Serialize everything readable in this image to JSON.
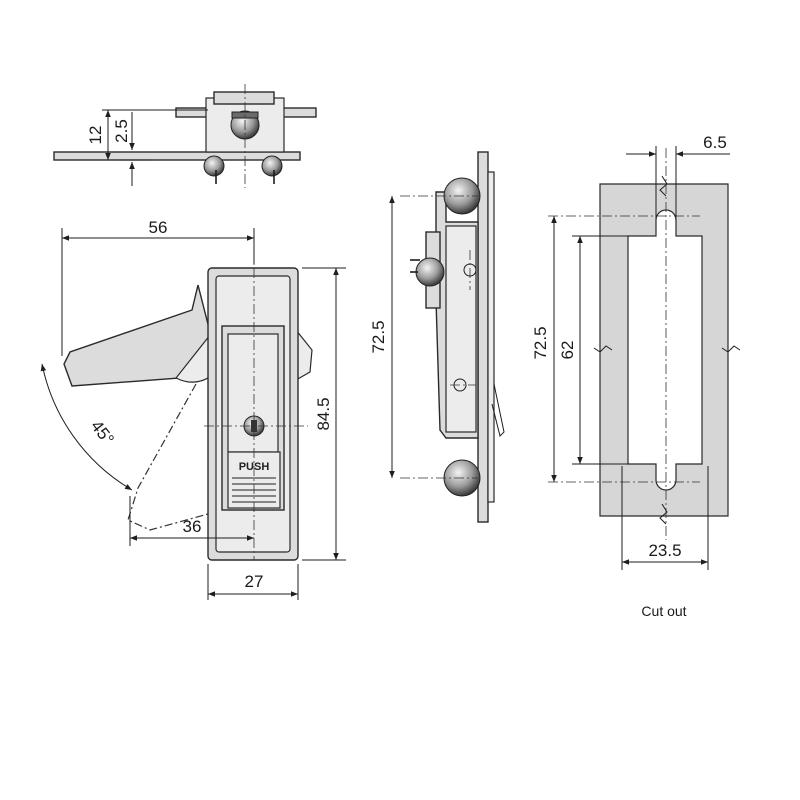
{
  "dimensions": {
    "top_height_12": "12",
    "top_offset_2_5": "2.5",
    "width_56": "56",
    "angle_45": "45°",
    "offset_36": "36",
    "width_27": "27",
    "height_84_5": "84.5",
    "side_72_5": "72.5",
    "cut_6_5": "6.5",
    "cut_72_5": "72.5",
    "cut_62": "62",
    "cut_23_5": "23.5"
  },
  "labels": {
    "push": "PUSH",
    "cutout": "Cut out"
  },
  "colors": {
    "line": "#1e1e1e",
    "part_fill": "#dcdcdc",
    "plate_fill": "#d6d6d6"
  }
}
